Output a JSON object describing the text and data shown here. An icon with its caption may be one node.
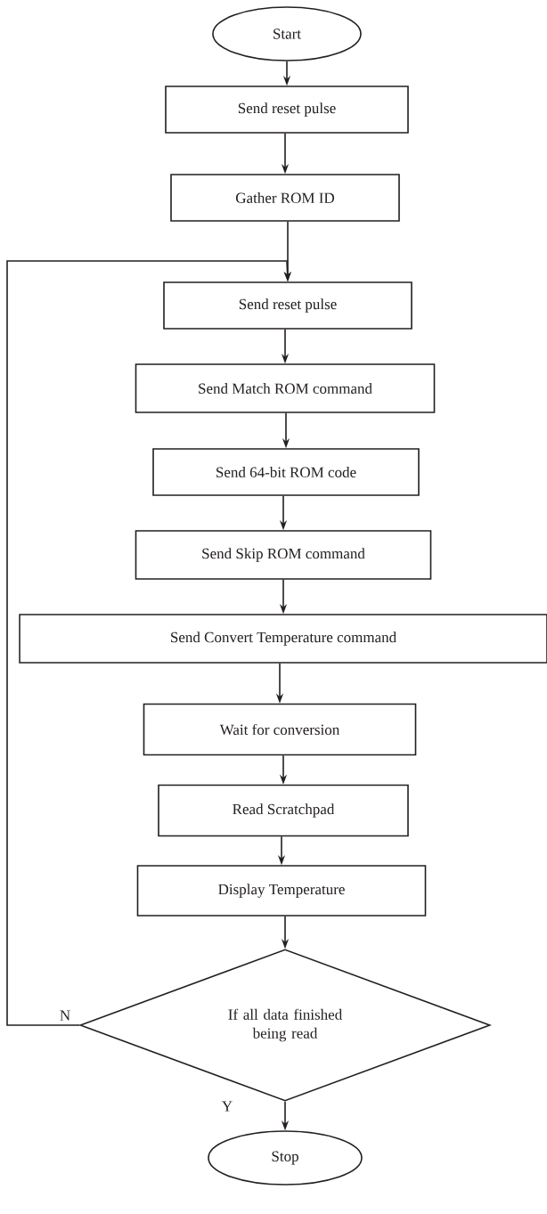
{
  "diagram": {
    "nodes": [
      {
        "text": [
          "Start"
        ]
      },
      {
        "text": [
          "Send reset pulse"
        ]
      },
      {
        "text": [
          "Gather ROM ID"
        ]
      },
      {
        "text": [
          "Send reset pulse"
        ]
      },
      {
        "text": [
          "Send Match ROM command"
        ]
      },
      {
        "text": [
          "Send 64-bit ROM code"
        ]
      },
      {
        "text": [
          "Send Skip ROM command"
        ]
      },
      {
        "text": [
          "Send Convert Temperature command"
        ]
      },
      {
        "text": [
          "Wait for conversion"
        ]
      },
      {
        "text": [
          "Read Scratchpad"
        ]
      },
      {
        "text": [
          "Display Temperature"
        ]
      },
      {
        "text": [
          "If all data finished being read"
        ]
      },
      {
        "text": [
          "Stop"
        ]
      }
    ],
    "edges": [
      {
        "from": 0,
        "to": 1,
        "arrow": "to"
      },
      {
        "from": 1,
        "to": 2,
        "arrow": "to"
      },
      {
        "from": 2,
        "to": 3,
        "arrow": "to"
      },
      {
        "from": 3,
        "to": 4,
        "arrow": "to"
      },
      {
        "from": 4,
        "to": 5,
        "arrow": "to"
      },
      {
        "from": 5,
        "to": 6,
        "arrow": "to"
      },
      {
        "from": 6,
        "to": 7,
        "arrow": "to"
      },
      {
        "from": 7,
        "to": 8,
        "arrow": "to"
      },
      {
        "from": 8,
        "to": 9,
        "arrow": "to"
      },
      {
        "from": 9,
        "to": 10,
        "arrow": "to"
      },
      {
        "from": 10,
        "to": 11,
        "arrow": "to"
      },
      {
        "from": 11,
        "to": 3,
        "arrow": "to",
        "label": "N"
      },
      {
        "from": 11,
        "to": 12,
        "arrow": "to",
        "label": "Y"
      }
    ]
  }
}
